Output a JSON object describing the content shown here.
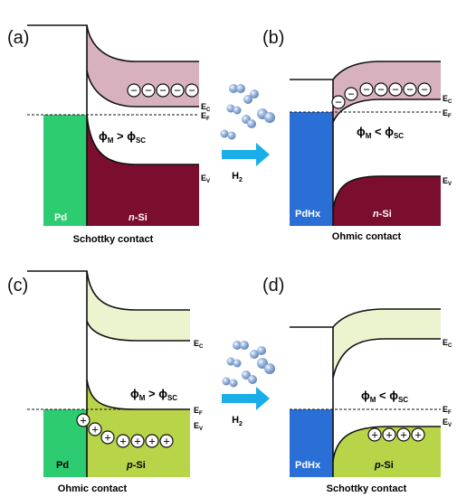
{
  "colors": {
    "metal_pd": "#2ecc71",
    "metal_pdhx": "#2a6fd6",
    "n_si": "#7b0d2e",
    "n_band": "#d8b1be",
    "p_si": "#b8d54a",
    "p_band": "#ecf3cf",
    "arrow": "#19aee8",
    "molecule": "#8fb0d8",
    "line": "#111111"
  },
  "panels": [
    {
      "id": "a",
      "tag": "(a)",
      "metal_label": "Pd",
      "semi_prefix": "n",
      "semi_suffix": "-Si",
      "ec": "E",
      "ec_sub": "C",
      "ef": "E",
      "ef_sub": "F",
      "ev": "E",
      "ev_sub": "V",
      "phi": "ϕ",
      "phi_m_sub": "M",
      "relation": " > ",
      "phi_sc_sub": "SC",
      "contact": "Schottky contact",
      "carriers": "electrons",
      "carrier_sign": "−",
      "icons": [
        "electron-icon",
        "hole-icon"
      ]
    },
    {
      "id": "b",
      "tag": "(b)",
      "metal_label": "PdHx",
      "semi_prefix": "n",
      "semi_suffix": "-Si",
      "ec": "E",
      "ec_sub": "C",
      "ef": "E",
      "ef_sub": "F",
      "ev": "E",
      "ev_sub": "V",
      "phi": "ϕ",
      "phi_m_sub": "M",
      "relation": " < ",
      "phi_sc_sub": "SC",
      "contact": "Ohmic contact",
      "carriers": "electrons",
      "carrier_sign": "−"
    },
    {
      "id": "c",
      "tag": "(c)",
      "metal_label": "Pd",
      "semi_prefix": "p",
      "semi_suffix": "-Si",
      "ec": "E",
      "ec_sub": "C",
      "ef": "E",
      "ef_sub": "F",
      "ev": "E",
      "ev_sub": "V",
      "phi": "ϕ",
      "phi_m_sub": "M",
      "relation": " > ",
      "phi_sc_sub": "SC",
      "contact": "Ohmic contact",
      "carriers": "holes",
      "carrier_sign": "+"
    },
    {
      "id": "d",
      "tag": "(d)",
      "metal_label": "PdHx",
      "semi_prefix": "p",
      "semi_suffix": "-Si",
      "ec": "E",
      "ec_sub": "C",
      "ef": "E",
      "ef_sub": "F",
      "ev": "E",
      "ev_sub": "V",
      "phi": "ϕ",
      "phi_m_sub": "M",
      "relation": " < ",
      "phi_sc_sub": "SC",
      "contact": "Schottky contact",
      "carriers": "holes",
      "carrier_sign": "+"
    }
  ],
  "hydrogen_arrows": [
    {
      "label": "H",
      "sub": "2"
    },
    {
      "label": "H",
      "sub": "2"
    }
  ]
}
